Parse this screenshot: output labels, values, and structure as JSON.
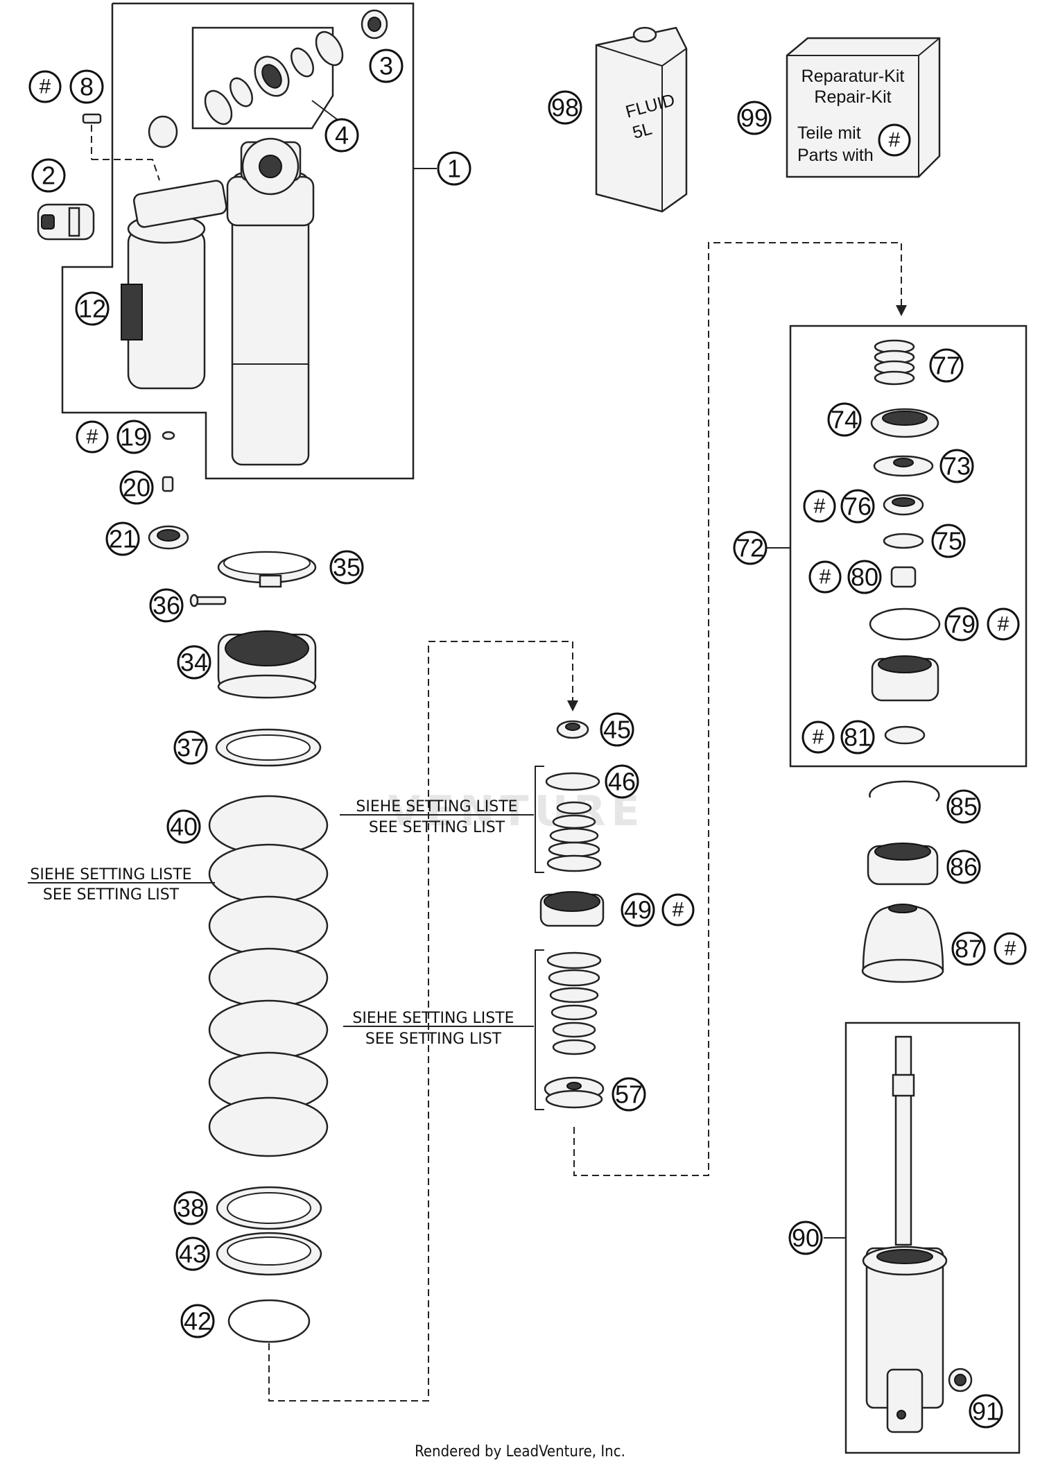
{
  "callouts": [
    {
      "label": "1"
    },
    {
      "label": "2"
    },
    {
      "label": "3"
    },
    {
      "label": "4"
    },
    {
      "label": "8"
    },
    {
      "label": "12"
    },
    {
      "label": "19"
    },
    {
      "label": "20"
    },
    {
      "label": "21"
    },
    {
      "label": "34"
    },
    {
      "label": "35"
    },
    {
      "label": "36"
    },
    {
      "label": "37"
    },
    {
      "label": "38"
    },
    {
      "label": "40"
    },
    {
      "label": "42"
    },
    {
      "label": "43"
    },
    {
      "label": "45"
    },
    {
      "label": "46"
    },
    {
      "label": "49"
    },
    {
      "label": "57"
    },
    {
      "label": "72"
    },
    {
      "label": "73"
    },
    {
      "label": "74"
    },
    {
      "label": "75"
    },
    {
      "label": "76"
    },
    {
      "label": "77"
    },
    {
      "label": "79"
    },
    {
      "label": "80"
    },
    {
      "label": "81"
    },
    {
      "label": "85"
    },
    {
      "label": "86"
    },
    {
      "label": "87"
    },
    {
      "label": "90"
    },
    {
      "label": "91"
    },
    {
      "label": "98"
    },
    {
      "label": "99"
    }
  ],
  "hash_symbol": "#",
  "setting_note": {
    "line1": "SIEHE SETTING LISTE",
    "line2": "SEE SETTING LIST"
  },
  "fluid_can": {
    "line1": "FLUID",
    "line2": "5L"
  },
  "repair_kit": {
    "line1": "Reparatur-Kit",
    "line2": "Repair-Kit",
    "line3": "Teile mit",
    "line4": "Parts with"
  },
  "watermark": "VENTURE",
  "footer": "Rendered by LeadVenture, Inc."
}
